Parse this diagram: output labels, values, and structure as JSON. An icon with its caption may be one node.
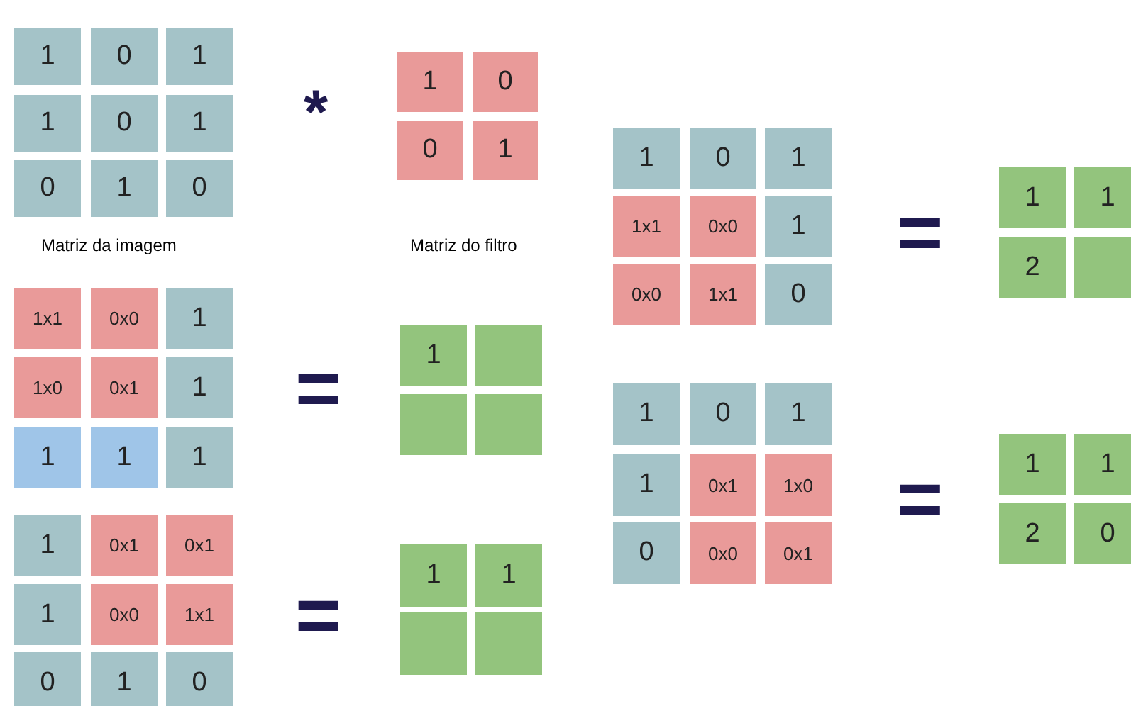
{
  "diagram": {
    "nodes": [
      {
        "text": [
          "1"
        ]
      },
      {
        "text": [
          "0"
        ]
      },
      {
        "text": [
          "1"
        ]
      },
      {
        "text": [
          "1"
        ]
      },
      {
        "text": [
          "0"
        ]
      },
      {
        "text": [
          "1"
        ]
      },
      {
        "text": [
          "0"
        ]
      },
      {
        "text": [
          "1"
        ]
      },
      {
        "text": [
          "0"
        ]
      },
      {
        "text": [
          "1"
        ]
      },
      {
        "text": [
          "0"
        ]
      },
      {
        "text": [
          "0"
        ]
      },
      {
        "text": [
          "1"
        ]
      },
      {
        "text": [
          "1x1"
        ]
      },
      {
        "text": [
          "0x0"
        ]
      },
      {
        "text": [
          "1"
        ]
      },
      {
        "text": [
          "1x0"
        ]
      },
      {
        "text": [
          "0x1"
        ]
      },
      {
        "text": [
          "1"
        ]
      },
      {
        "text": [
          "1"
        ]
      },
      {
        "text": [
          "1"
        ]
      },
      {
        "text": [
          "1"
        ]
      },
      {
        "text": [
          "1"
        ]
      },
      {
        "text": [],
        "shape": "box"
      },
      {
        "text": [],
        "shape": "box"
      },
      {
        "text": [],
        "shape": "box"
      },
      {
        "text": [
          "1"
        ]
      },
      {
        "text": [
          "0x1"
        ]
      },
      {
        "text": [
          "0x1"
        ]
      },
      {
        "text": [
          "1"
        ]
      },
      {
        "text": [
          "0x0"
        ]
      },
      {
        "text": [
          "1x1"
        ]
      },
      {
        "text": [
          "0"
        ]
      },
      {
        "text": [
          "1"
        ]
      },
      {
        "text": [
          "0"
        ]
      },
      {
        "text": [
          "1"
        ]
      },
      {
        "text": [
          "1"
        ]
      },
      {
        "text": [],
        "shape": "box"
      },
      {
        "text": [],
        "shape": "box"
      },
      {
        "text": [
          "1"
        ]
      },
      {
        "text": [
          "0"
        ]
      },
      {
        "text": [
          "1"
        ]
      },
      {
        "text": [
          "1x1"
        ]
      },
      {
        "text": [
          "0x0"
        ]
      },
      {
        "text": [
          "1"
        ]
      },
      {
        "text": [
          "0x0"
        ]
      },
      {
        "text": [
          "1x1"
        ]
      },
      {
        "text": [
          "0"
        ]
      },
      {
        "text": [
          "1"
        ]
      },
      {
        "text": [
          "1"
        ]
      },
      {
        "text": [
          "2"
        ]
      },
      {
        "text": [],
        "shape": "box"
      },
      {
        "text": [
          "1"
        ]
      },
      {
        "text": [
          "0"
        ]
      },
      {
        "text": [
          "1"
        ]
      },
      {
        "text": [
          "1"
        ]
      },
      {
        "text": [
          "0x1"
        ]
      },
      {
        "text": [
          "1x0"
        ]
      },
      {
        "text": [
          "0"
        ]
      },
      {
        "text": [
          "0x0"
        ]
      },
      {
        "text": [
          "0x1"
        ]
      },
      {
        "text": [
          "1"
        ]
      },
      {
        "text": [
          "1"
        ]
      },
      {
        "text": [
          "2"
        ]
      },
      {
        "text": [
          "0"
        ]
      }
    ],
    "labels": [
      "*",
      "=",
      "Matriz da imagem",
      "Matriz do filtro",
      "=",
      "=",
      "="
    ]
  }
}
